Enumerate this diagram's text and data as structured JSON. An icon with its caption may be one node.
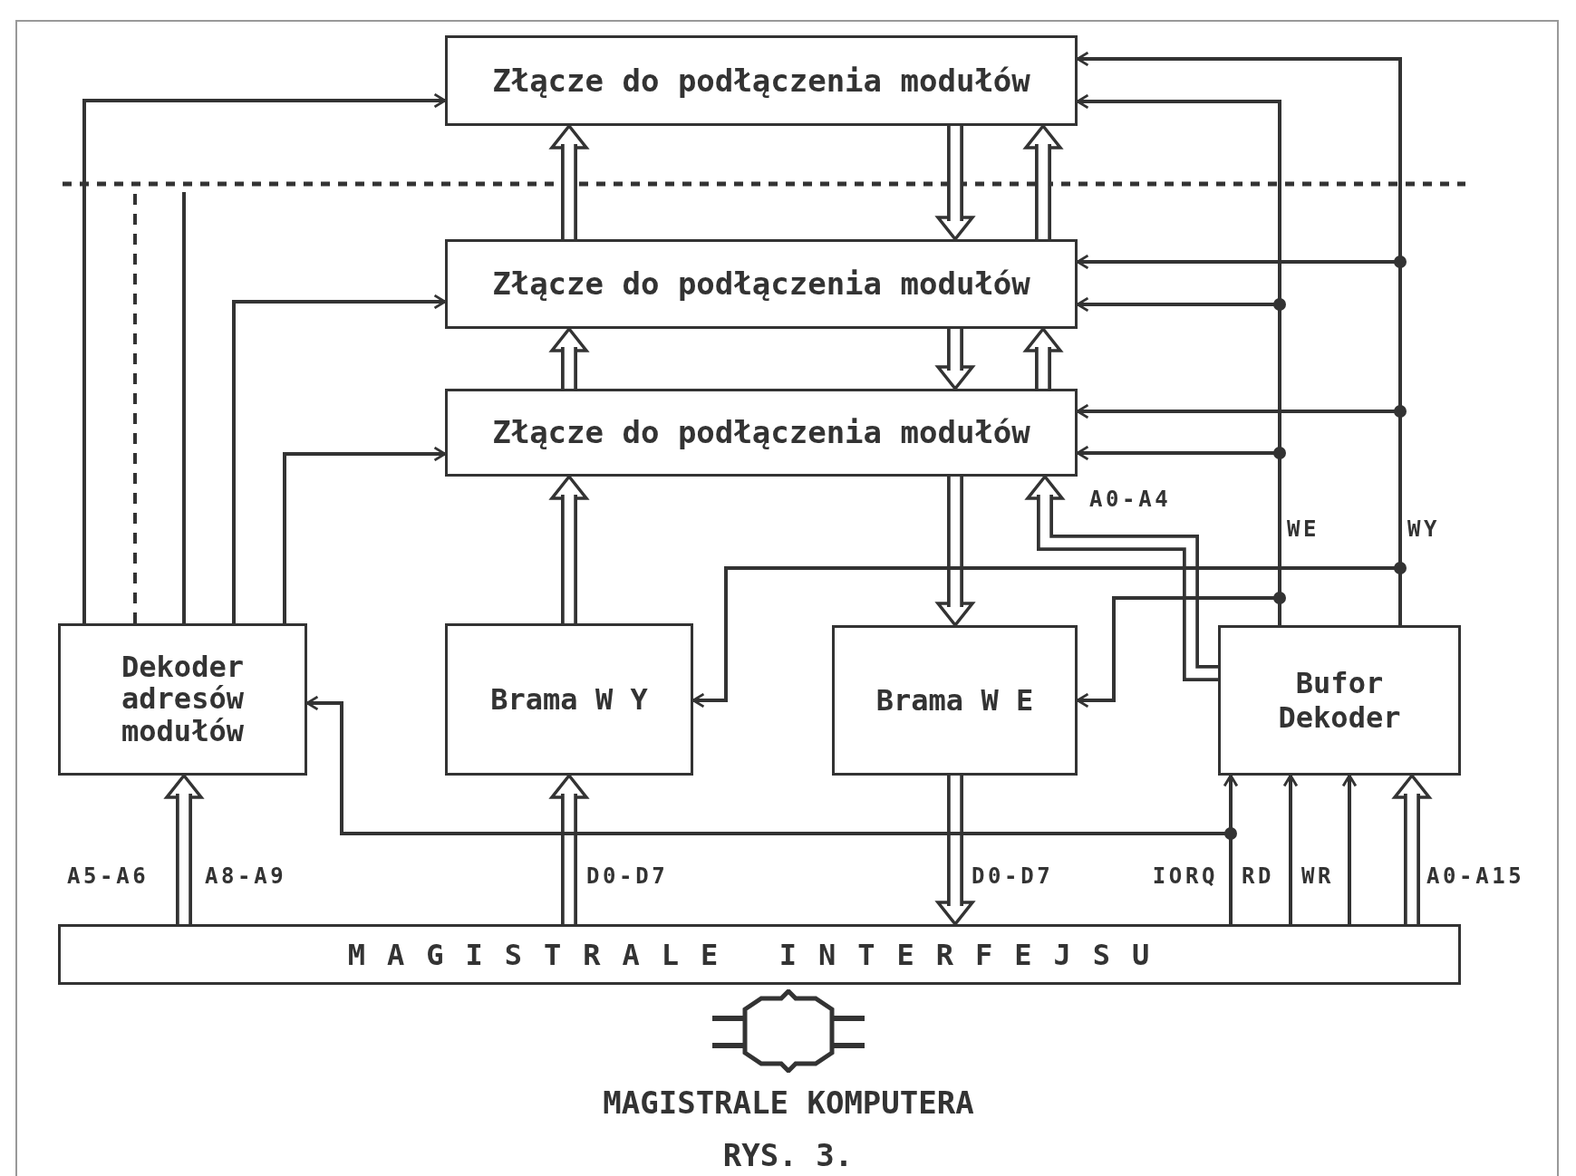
{
  "diagram": {
    "caption": "RYS. 3.",
    "nodes": [
      {
        "text": [
          "Złącze do podłączenia modułów"
        ]
      },
      {
        "text": [
          "Złącze do podłączenia modułów"
        ]
      },
      {
        "text": [
          "Złącze do podłączenia modułów"
        ]
      },
      {
        "text": [
          "Dekoder adresów modułów"
        ]
      },
      {
        "text": [
          "Brama W Y"
        ]
      },
      {
        "text": [
          "Brama W E"
        ]
      },
      {
        "text": [
          "Bufor Dekoder"
        ]
      },
      {
        "text": [
          "MAGISTRALE INTERFEJSU"
        ]
      },
      {
        "text": [
          "MAGISTRALE KOMPUTERA"
        ]
      }
    ],
    "edges": [
      {
        "from": 3,
        "to": 0,
        "arrow": "to"
      },
      {
        "from": 3,
        "to": null,
        "arrow": "none",
        "style": "dashed"
      },
      {
        "from": 3,
        "to": null,
        "arrow": "none"
      },
      {
        "from": 3,
        "to": 1,
        "arrow": "to"
      },
      {
        "from": 3,
        "to": 2,
        "arrow": "to"
      },
      {
        "from": 1,
        "to": 0,
        "arrow": "to",
        "style": "thick"
      },
      {
        "from": 0,
        "to": 1,
        "arrow": "to",
        "style": "thick"
      },
      {
        "from": 1,
        "to": 0,
        "arrow": "to",
        "style": "thick"
      },
      {
        "from": 2,
        "to": 1,
        "arrow": "to",
        "style": "thick"
      },
      {
        "from": 1,
        "to": 2,
        "arrow": "to",
        "style": "thick"
      },
      {
        "from": 2,
        "to": 1,
        "arrow": "to",
        "style": "thick"
      },
      {
        "from": 7,
        "to": 4,
        "arrow": "to",
        "style": "thick",
        "label": "D0-D7"
      },
      {
        "from": 4,
        "to": 2,
        "arrow": "to",
        "style": "thick"
      },
      {
        "from": 2,
        "to": 5,
        "arrow": "to",
        "style": "thick"
      },
      {
        "from": 5,
        "to": 7,
        "arrow": "to",
        "style": "thick",
        "label": "D0-D7"
      },
      {
        "from": 7,
        "to": 3,
        "arrow": "to",
        "style": "thick"
      },
      {
        "from": 6,
        "to": 2,
        "arrow": "to",
        "style": "thick",
        "label": "A0-A4"
      },
      {
        "from": 6,
        "to": 0,
        "arrow": "to"
      },
      {
        "from": 6,
        "to": 0,
        "arrow": "to"
      },
      {
        "from": 6,
        "to": 1,
        "arrow": "to"
      },
      {
        "from": 6,
        "to": 1,
        "arrow": "to"
      },
      {
        "from": 6,
        "to": 2,
        "arrow": "to"
      },
      {
        "from": 6,
        "to": 2,
        "arrow": "to"
      },
      {
        "from": 6,
        "to": 4,
        "arrow": "to"
      },
      {
        "from": 6,
        "to": 5,
        "arrow": "to"
      },
      {
        "from": 7,
        "to": 6,
        "arrow": "to",
        "label": "IORQ"
      },
      {
        "from": 7,
        "to": 3,
        "arrow": "to"
      },
      {
        "from": 7,
        "to": 6,
        "arrow": "to",
        "label": "RD"
      },
      {
        "from": 7,
        "to": 6,
        "arrow": "to",
        "label": "WR"
      },
      {
        "from": 7,
        "to": 6,
        "arrow": "to",
        "style": "thick",
        "label": "A0-A15"
      }
    ],
    "labels": [
      "WE",
      "WY",
      "A5-A6",
      "A8-A9"
    ]
  }
}
